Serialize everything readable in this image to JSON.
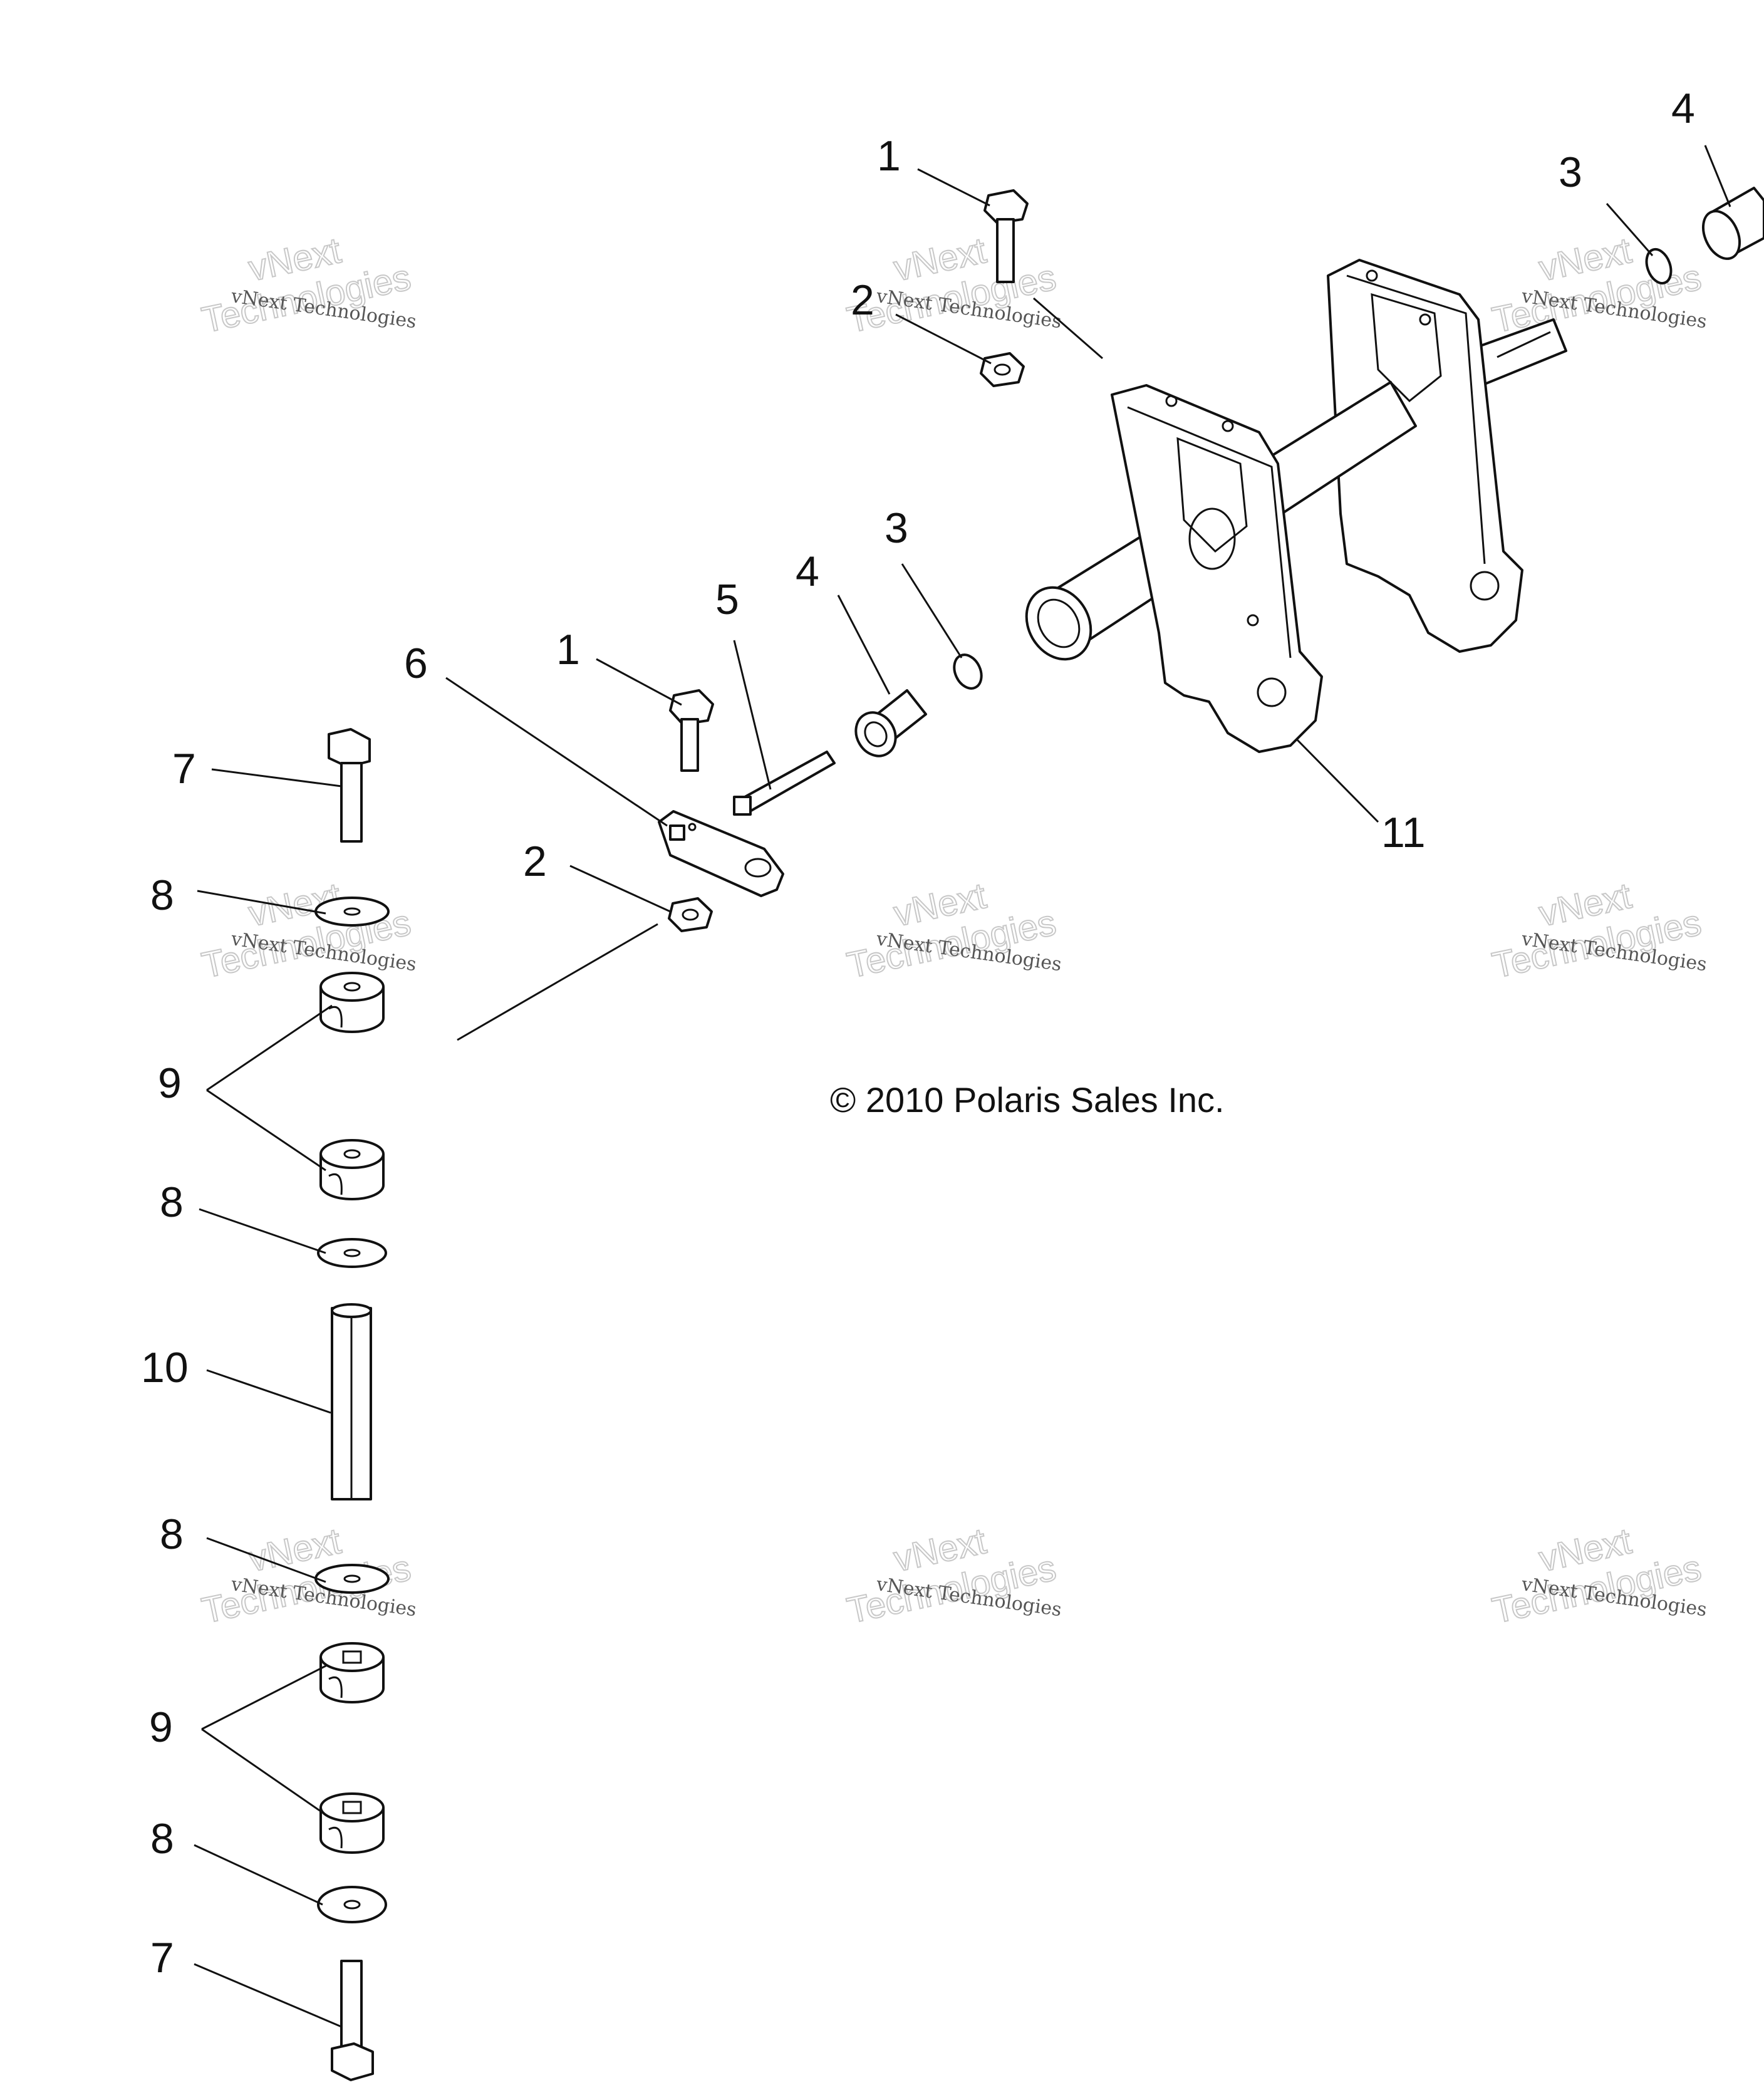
{
  "callouts": {
    "c1_top": "1",
    "c2_top": "2",
    "c3_top": "3",
    "c4_top": "4",
    "c1_mid": "1",
    "c2_mid": "2",
    "c3_mid": "3",
    "c4_mid": "4",
    "c5": "5",
    "c6": "6",
    "c7_top": "7",
    "c7_bot": "7",
    "c8_a": "8",
    "c8_b": "8",
    "c8_c": "8",
    "c8_d": "8",
    "c9_top": "9",
    "c9_bot": "9",
    "c10": "10",
    "c11": "11"
  },
  "copyright": "© 2010 Polaris Sales Inc.",
  "watermark": {
    "line1": "vNext Technologies",
    "line2": "vNext",
    "line3": "Technologies"
  }
}
